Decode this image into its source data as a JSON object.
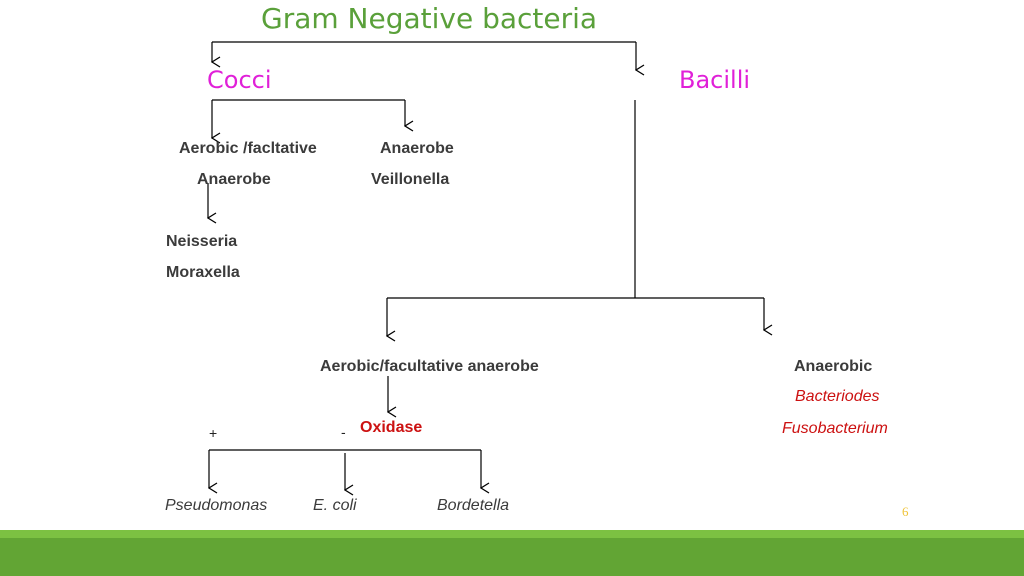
{
  "title": "Gram  Negative bacteria",
  "branches": {
    "cocci": "Cocci",
    "bacilli": "Bacilli"
  },
  "cocci": {
    "aerobic_line1": "Aerobic /facltative",
    "aerobic_line2": "Anaerobe",
    "anaerobe": "Anaerobe",
    "anaerobe_example": "Veillonella",
    "aerobic_examples": [
      "Neisseria",
      "Moraxella"
    ]
  },
  "bacilli": {
    "aerobic": "Aerobic/facultative anaerobe",
    "anaerobic": "Anaerobic",
    "anaerobic_examples": [
      "Bacteriodes",
      "Fusobacterium"
    ],
    "test": "Oxidase",
    "positive_sign": "+",
    "negative_sign": "-",
    "organisms": [
      "Pseudomonas",
      "E. coli",
      "Bordetella"
    ]
  },
  "slide_number": "6",
  "colors": {
    "title": "#5aa03a",
    "branch": "#e020d8",
    "highlight": "#cc1111",
    "footer": "#62a534",
    "footer_accent": "#7cc142"
  }
}
